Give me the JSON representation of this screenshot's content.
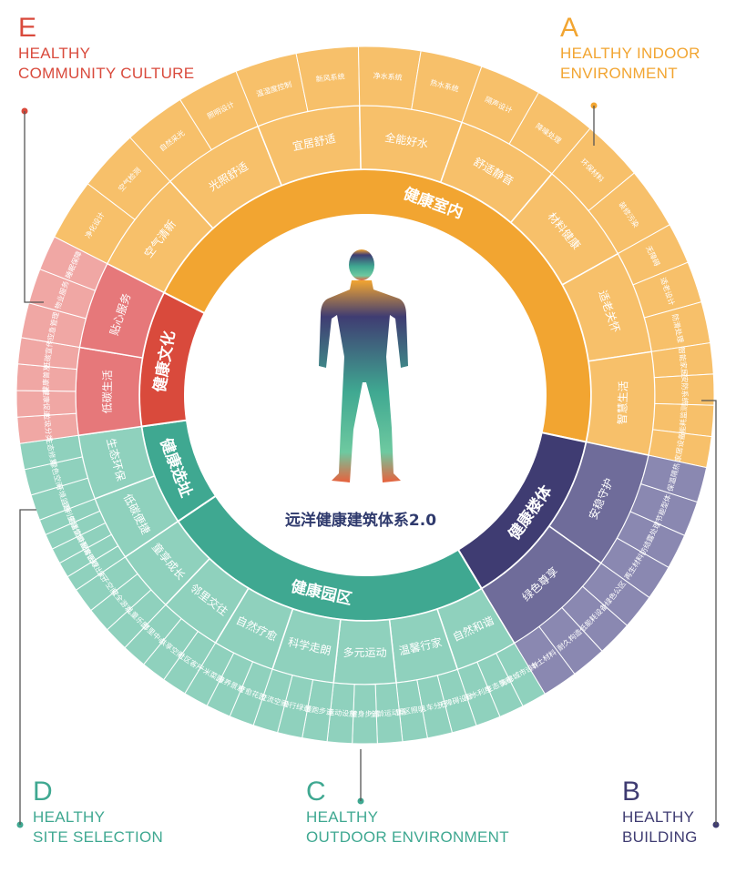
{
  "center": {
    "title": "远洋健康建筑体系2.0"
  },
  "colors": {
    "indoor": "#f2a531",
    "indoor_outer": "#f7c06a",
    "building": "#3f3c72",
    "building_mid": "#6f6c9a",
    "building_outer": "#8a88b1",
    "park": "#3fa891",
    "park_outer": "#8fd1bd",
    "site": "#3fa891",
    "culture": "#d94a3c",
    "culture_mid": "#e6787a",
    "culture_outer": "#f0a7a4"
  },
  "corners": {
    "A": {
      "letter": "A",
      "line1": "HEALTHY INDOOR",
      "line2": "ENVIRONMENT"
    },
    "B": {
      "letter": "B",
      "line1": "HEALTHY",
      "line2": "BUILDING"
    },
    "C": {
      "letter": "C",
      "line1": "HEALTHY",
      "line2": "OUTDOOR ENVIRONMENT"
    },
    "D": {
      "letter": "D",
      "line1": "HEALTHY",
      "line2": "SITE SELECTION"
    },
    "E": {
      "letter": "E",
      "line1": "HEALTHY",
      "line2": "COMMUNITY CULTURE"
    }
  },
  "segments": [
    {
      "id": "indoor",
      "label": "健康室内",
      "subs": [
        {
          "label": "空气清新",
          "items": [
            "净化设计",
            "空气检测"
          ]
        },
        {
          "label": "光照舒适",
          "items": [
            "自然采光",
            "照明设计"
          ]
        },
        {
          "label": "宜居舒适",
          "items": [
            "温湿度控制",
            "新风系统"
          ]
        },
        {
          "label": "全能好水",
          "items": [
            "净水系统",
            "热水系统"
          ]
        },
        {
          "label": "舒适静音",
          "items": [
            "隔声设计",
            "降噪处理"
          ]
        },
        {
          "label": "材料健康",
          "items": [
            "环保材料",
            "装修污染"
          ]
        },
        {
          "label": "适老关怀",
          "items": [
            "无障碍",
            "适老设计",
            "防滑处理"
          ]
        },
        {
          "label": "智慧生活",
          "items": [
            "智能家居",
            "安防系统",
            "能耗监测",
            "家居设备"
          ]
        }
      ]
    },
    {
      "id": "building",
      "label": "健康楼体",
      "subs": [
        {
          "label": "安稳守护",
          "items": [
            "保温隔热",
            "节能型体",
            "防结露处理",
            "再生材料"
          ]
        },
        {
          "label": "绿色尊享",
          "items": [
            "绿色公区",
            "低能耗设备",
            "耐久构造",
            "本土材料"
          ]
        }
      ]
    },
    {
      "id": "park",
      "label": "健康园区",
      "subs": [
        {
          "label": "自然和谐",
          "items": [
            "海绵城市设计",
            "生态景观",
            "雨水利用"
          ]
        },
        {
          "label": "温馨行家",
          "items": [
            "无障碍设计",
            "人车分行",
            "园区照明"
          ]
        },
        {
          "label": "多元运动",
          "items": [
            "全龄运动场",
            "健身步道",
            "运动设施"
          ]
        },
        {
          "label": "科学走朗",
          "items": [
            "慢跑步道",
            "骑行绿道",
            "交流空间"
          ]
        },
        {
          "label": "自然疗愈",
          "items": [
            "疗愈花园",
            "康养景观",
            "一米菜园"
          ]
        },
        {
          "label": "邻里交往",
          "items": [
            "社区客厅",
            "共享空间",
            "邻里中心"
          ]
        },
        {
          "label": "童享成长",
          "items": [
            "儿童乐园",
            "安全游戏",
            "亲子空间"
          ]
        }
      ]
    },
    {
      "id": "site",
      "label": "健康选址",
      "subs": [
        {
          "label": "低碳便捷",
          "items": [
            "低碳出行",
            "配套医疗",
            "全龄教育",
            "健康饮食",
            "便利生活"
          ]
        },
        {
          "label": "生态环保",
          "items": [
            "环境监测",
            "绿色空间",
            "生态修复"
          ]
        }
      ]
    },
    {
      "id": "culture",
      "label": "健康文化",
      "subs": [
        {
          "label": "低碳生活",
          "items": [
            "垃圾分类",
            "健康促进",
            "健康普及",
            "低碳宣传"
          ]
        },
        {
          "label": "贴心服务",
          "items": [
            "应急管理",
            "物业服务",
            "睡眠保障"
          ]
        }
      ]
    }
  ]
}
